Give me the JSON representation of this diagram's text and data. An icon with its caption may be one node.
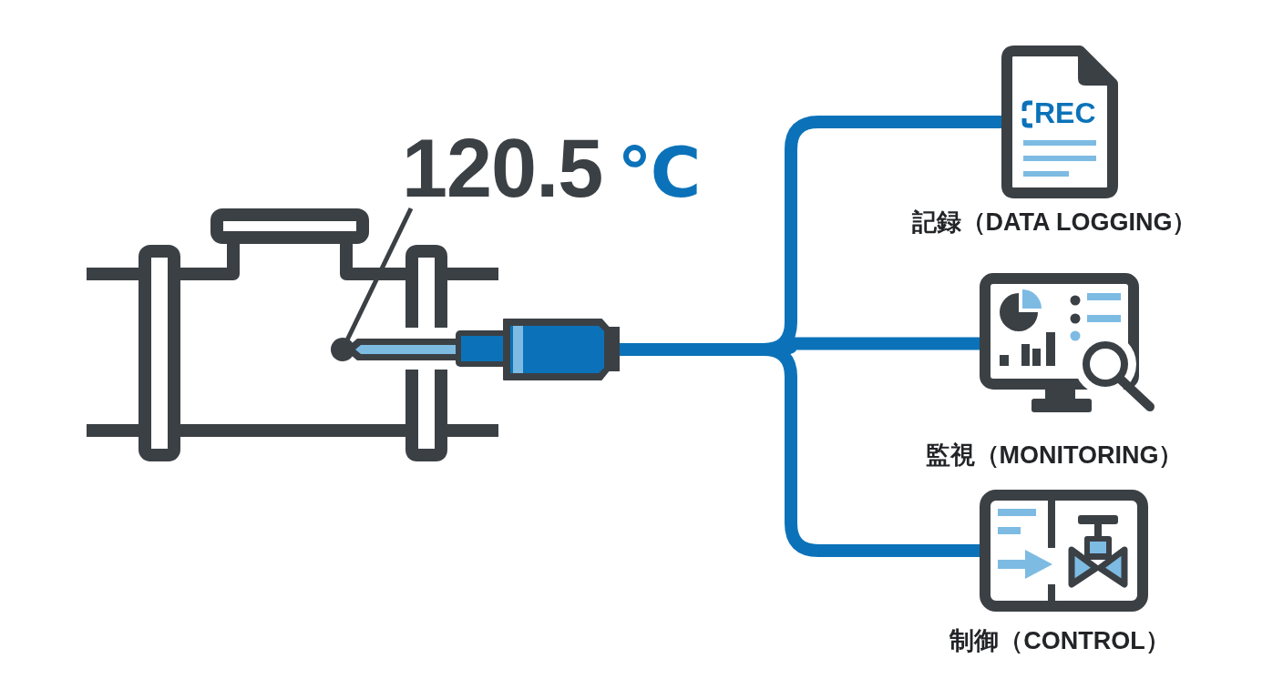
{
  "diagram": {
    "nodes": [
      {
        "text": [
          "120.5",
          "℃"
        ]
      },
      {
        "text": [],
        "shape": "picture"
      },
      {
        "text": [
          "REC"
        ],
        "beside": [
          "記録（DATA LOGGING）"
        ]
      },
      {
        "text": [],
        "shape": "picture",
        "beside": [
          "監視（MONITORING）"
        ]
      },
      {
        "text": [],
        "shape": "picture",
        "beside": [
          "制御（CONTROL）"
        ]
      }
    ],
    "edges": [
      {
        "from": 0,
        "to": 1,
        "arrow": "other",
        "color": "#3b4045"
      },
      {
        "from": 1,
        "to": 2,
        "arrow": "none"
      },
      {
        "from": 1,
        "to": 3,
        "arrow": "none"
      },
      {
        "from": 1,
        "to": 4,
        "arrow": "none"
      }
    ]
  }
}
